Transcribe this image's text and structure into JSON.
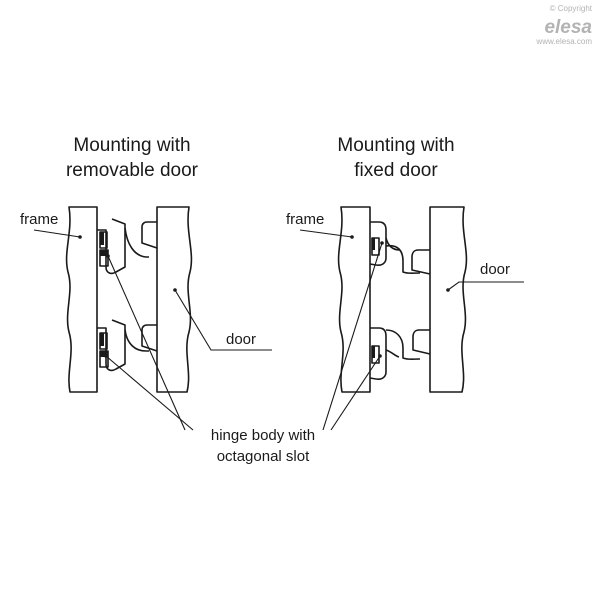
{
  "branding": {
    "copyright": "© Copyright",
    "logo_text": "elesa",
    "website": "www.elesa.com"
  },
  "left_panel": {
    "title_line1": "Mounting with",
    "title_line2": "removable door",
    "frame_label": "frame",
    "door_label": "door"
  },
  "right_panel": {
    "title_line1": "Mounting with",
    "title_line2": "fixed door",
    "frame_label": "frame",
    "door_label": "door"
  },
  "shared": {
    "hinge_line1": "hinge body with",
    "hinge_line2": "octagonal slot"
  }
}
